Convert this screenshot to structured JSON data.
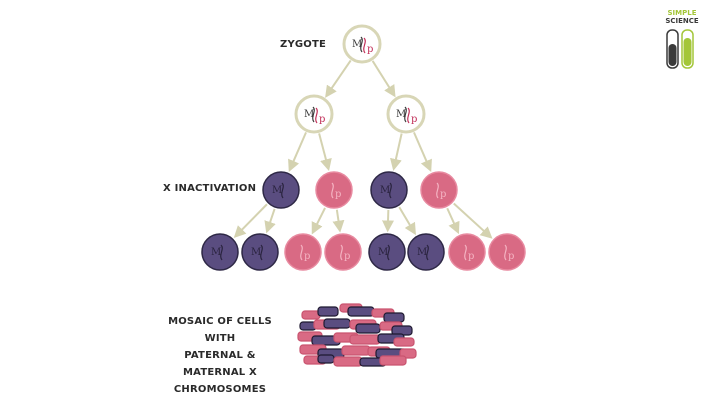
{
  "labels": {
    "zygote": "ZYGOTE",
    "x_inactivation": "X INACTIVATION",
    "mosaic_line1": "MOSAIC OF CELLS WITH",
    "mosaic_line2": "PATERNAL & MATERNAL X",
    "mosaic_line3": "CHROMOSOMES"
  },
  "logo": {
    "line1": "SIMPLE",
    "line2": "SCIENCE"
  },
  "cell_text": {
    "maternal": "M",
    "paternal": "p"
  },
  "colors": {
    "undetermined_fill": "#ffffff",
    "undetermined_stroke": "#d8d6b6",
    "maternal_fill": "#5a4d80",
    "maternal_stroke": "#2e2846",
    "paternal_fill": "#d96a84",
    "paternal_stroke": "#e88aa0",
    "arrow": "#d4d2b0",
    "maternal_glyph": "#3a3a3a",
    "paternal_glyph": "#c2315a",
    "mosaic_pink": "#d96a84",
    "mosaic_purple": "#5a4d80"
  },
  "tree": {
    "zygote": "undetermined",
    "level2": [
      "undetermined",
      "undetermined"
    ],
    "level3": [
      "maternal",
      "paternal",
      "maternal",
      "paternal"
    ],
    "level4": [
      "maternal",
      "maternal",
      "paternal",
      "paternal",
      "maternal",
      "maternal",
      "paternal",
      "paternal"
    ]
  }
}
